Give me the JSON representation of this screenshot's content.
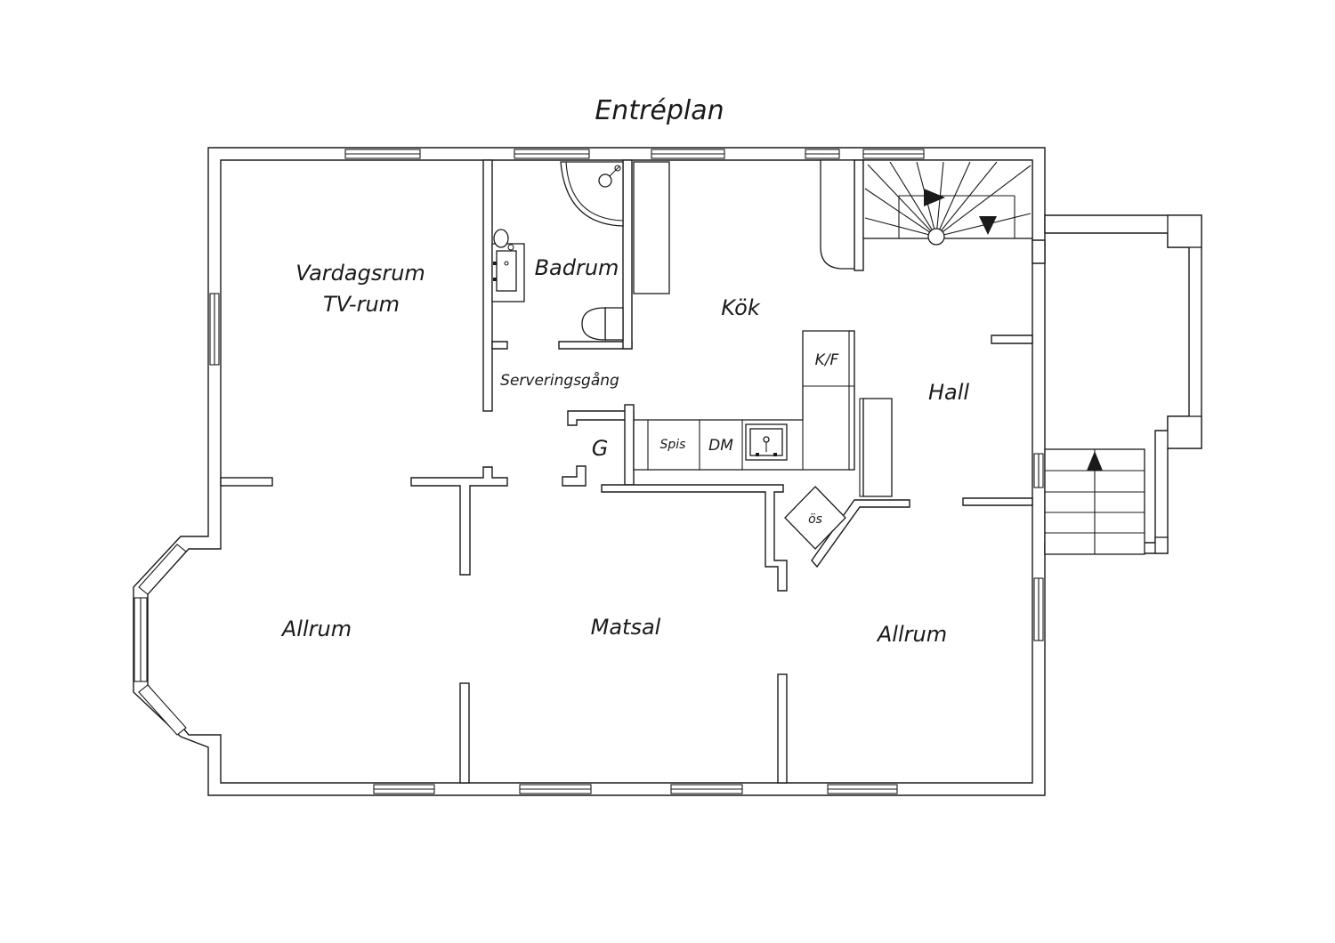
{
  "plan": {
    "title": "Entréplan",
    "rooms": {
      "vardagsrum_line1": "Vardagsrum",
      "vardagsrum_line2": "TV-rum",
      "badrum": "Badrum",
      "kok": "Kök",
      "serveringsgang": "Serveringsgång",
      "hall": "Hall",
      "allrum_left": "Allrum",
      "matsal": "Matsal",
      "allrum_right": "Allrum"
    },
    "fixtures": {
      "kf": "K/F",
      "spis": "Spis",
      "dm": "DM",
      "g": "G",
      "os": "ös"
    }
  }
}
